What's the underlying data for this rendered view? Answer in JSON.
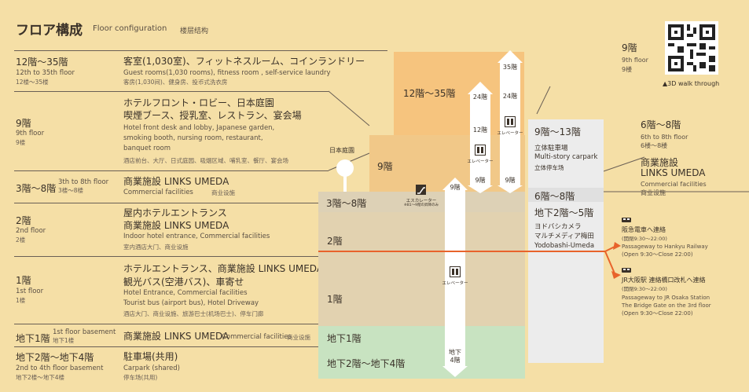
{
  "header": {
    "title_jp": "フロア構成",
    "title_en": "Floor configuration",
    "title_cn": "楼层结构"
  },
  "left_rows": [
    {
      "floor_jp": "12階〜35階",
      "floor_en": "12th to 35th floor",
      "floor_cn": "12楼〜35楼",
      "desc_jp": [
        "客室(1,030室)、フィットネスルーム、コインランドリー"
      ],
      "desc_en": [
        "Guest rooms(1,030 rooms), fitness room , self-service laundry"
      ],
      "desc_cn": "客房(1,030间)、健身房、投币式洗衣房"
    },
    {
      "floor_jp": "9階",
      "floor_en": "9th floor",
      "floor_cn": "9楼",
      "desc_jp": [
        "ホテルフロント・ロビー、日本庭園",
        "喫煙ブース、授乳室、レストラン、宴会場"
      ],
      "desc_en": [
        "Hotel front desk and lobby, Japanese garden,",
        "smoking booth, nursing room, restaurant,",
        "banquet room"
      ],
      "desc_cn": "酒店前台、大厅、日式庭园、吸烟区域、哺乳室、餐厅、宴会场"
    },
    {
      "floor_jp": "3階〜8階",
      "floor_en": "3th to 8th floor",
      "floor_cn": "3楼〜8楼",
      "desc_jp": [
        "商業施設 LINKS UMEDA"
      ],
      "desc_en": [
        "Commercial facilities"
      ],
      "desc_cn": "商业设施"
    },
    {
      "floor_jp": "2階",
      "floor_en": "2nd floor",
      "floor_cn": "2楼",
      "desc_jp": [
        "屋内ホテルエントランス",
        "商業施設 LINKS UMEDA"
      ],
      "desc_en": [
        "Indoor hotel entrance, Commercial facilities"
      ],
      "desc_cn": "室内酒店大门、商业设施"
    },
    {
      "floor_jp": "1階",
      "floor_en": "1st floor",
      "floor_cn": "1楼",
      "desc_jp": [
        "ホテルエントランス、商業施設 LINKS UMEDA",
        "観光バス(空港バス)、車寄せ"
      ],
      "desc_en": [
        "Hotel Entrance, Commercial facilities",
        "Tourist bus (airport bus), Hotel Driveway"
      ],
      "desc_cn": "酒店大门、商业设施、旅游巴士(机场巴士)、停车门廊"
    },
    {
      "floor_jp": "地下1階",
      "floor_en": "1st floor basement",
      "floor_cn": "地下1楼",
      "desc_jp": [
        "商業施設 LINKS UMEDA"
      ],
      "desc_en": [
        "Commercial facilities"
      ],
      "desc_cn": "商业设施"
    },
    {
      "floor_jp": "地下2階〜地下4階",
      "floor_en": "2nd to 4th floor basement",
      "floor_cn": "地下2楼〜地下4楼",
      "desc_jp": [
        "駐車場(共用)"
      ],
      "desc_en": [
        "Carpark (shared)"
      ],
      "desc_cn": "停车场(共用)"
    }
  ],
  "building": {
    "b12_35": "12階〜35階",
    "b9": "9階",
    "b3_8": "3階〜8階",
    "b2": "2階",
    "b1": "1階",
    "bB1": "地下1階",
    "bB2_4": "地下2階〜地下4階",
    "garden": "日本庭園",
    "escalator": "エスカレーター",
    "escalator_note": "※B1〜9階の昇降のみ",
    "elevator": "エレベーター",
    "tag_35": "35階",
    "tag_24a": "24階",
    "tag_24b": "24階",
    "tag_12": "12階",
    "tag_9a": "9階",
    "tag_9b": "9階",
    "tag_9c": "9階",
    "tag_B4": "地下\n4階"
  },
  "right_block": {
    "r9_13": "9階〜13階",
    "r9_13_jp": "立体駐車場",
    "r9_13_en": "Multi-story carpark",
    "r9_13_cn": "立体停车场",
    "r6_8": "6階〜8階",
    "rB2_5": "地下2階〜5階",
    "rB2_5_jp1": "ヨドバシカメラ",
    "rB2_5_jp2": "マルチメディア梅田",
    "rB2_5_en": "Yodobashi-Umeda"
  },
  "far_right": {
    "f9": "9階",
    "f9_en": "9th floor",
    "f9_cn": "9楼",
    "walk": "▲3D walk through",
    "f6_8": "6階〜8階",
    "f6_8_en": "6th to 8th floor",
    "f6_8_cn": "6楼〜8楼",
    "f6_8_jp": "商業施設",
    "f6_8_jp2": "LINKS UMEDA",
    "f6_8_en2": "Commercial facilities",
    "f6_8_cn2": "商业设施",
    "hankyu_jp": "阪急電車へ連絡",
    "hankyu_time": "(開閉9:30〜22:00)",
    "hankyu_en": "Passageway to Hankyu Railway",
    "hankyu_en2": "(Open 9:30〜Close 22:00)",
    "jr_jp": "JR大阪駅 連絡橋口改札へ連絡",
    "jr_time": "(開閉9:30〜22:00)",
    "jr_en": "Passageway to JR Osaka Station",
    "jr_en2": "The Bridge Gate on the 3rd floor",
    "jr_en3": "(Open 9:30〜Close 22:00)"
  },
  "colors": {
    "bg": "#f5dfa6",
    "tower": "#f6c47e",
    "podium_top": "#f1c888",
    "commercial": "#e2d2b0",
    "basement": "#c8e3c1",
    "right": "#ececec",
    "arrow": "#e8632b"
  }
}
